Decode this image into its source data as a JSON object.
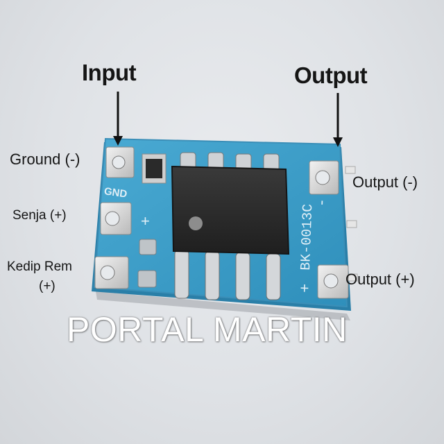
{
  "labels": {
    "input": "Input",
    "output": "Output",
    "ground": "Ground (-)",
    "senja": "Senja (+)",
    "kedip_rem_line1": "Kedip Rem",
    "kedip_rem_line2": "(+)",
    "output_minus": "Output (-)",
    "output_plus": "Output (+)"
  },
  "board_silkscreen": {
    "gnd": "GND",
    "plus": "+",
    "code": "BK-0013C",
    "minus": "-",
    "plus_right": "+"
  },
  "watermark": "PORTAL MARTIN",
  "colors": {
    "background": "#e0e3e7",
    "pcb": "#3f9fc9",
    "pcb_dark": "#2a7fa8",
    "chip": "#2b2b2b",
    "pad": "#d8d8d8"
  }
}
